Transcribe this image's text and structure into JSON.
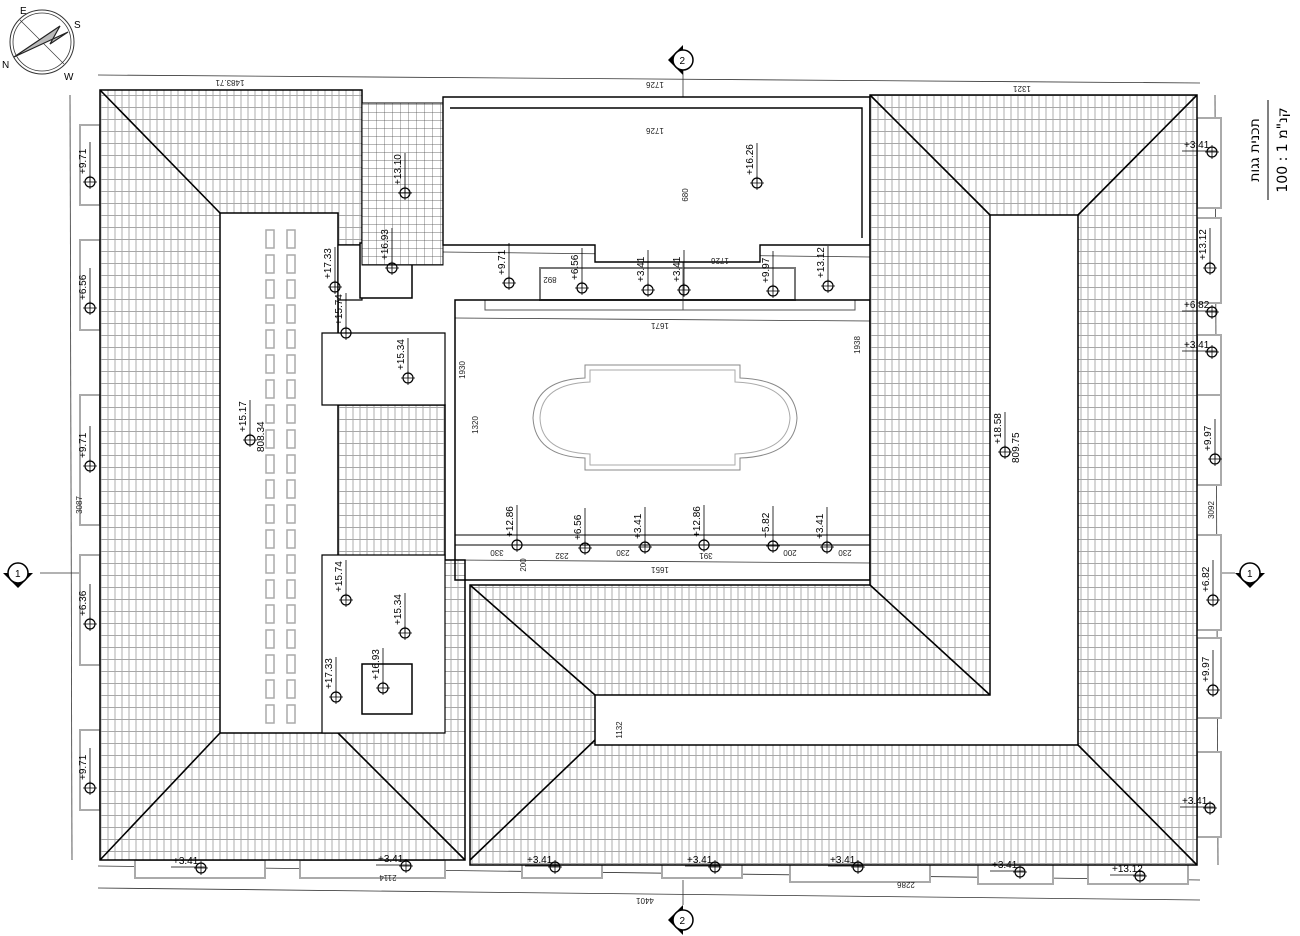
{
  "title": {
    "name": "תכנית גגות",
    "scale": "קנ\"מ 1 : 100"
  },
  "compass": {
    "letters": [
      "N",
      "E",
      "S",
      "W"
    ]
  },
  "axes": {
    "top": "2",
    "bottom": "2",
    "left": "1",
    "right": "1"
  },
  "elevations": [
    "+13.10",
    "+16.93",
    "+15.74",
    "+15.34",
    "+17.33",
    "+16.26",
    "+9.71",
    "+6.56",
    "+3.41",
    "+3.41",
    "+9.97",
    "+13.12",
    "+12.86",
    "+6.56",
    "+3.41",
    "+12.86",
    "+5.82",
    "+3.41",
    "+15.74",
    "+15.34",
    "+16.93",
    "+17.33",
    "+15.17",
    "+18.58",
    "+9.71",
    "+6.56",
    "+9.71",
    "+6.36",
    "+9.71",
    "+3.41",
    "+13.12",
    "+6.82",
    "+3.41",
    "+9.97",
    "+6.82",
    "+9.97",
    "+3.41",
    "+3.41",
    "+3.41",
    "+3.41",
    "+3.41",
    "+3.41",
    "+3.41",
    "+13.12"
  ],
  "sub_elevations": [
    "808.34",
    "809.75"
  ],
  "dimensions": [
    "1483.71",
    "1726",
    "1321",
    "1726",
    "680",
    "1726",
    "892",
    "1671",
    "1938",
    "1930",
    "1320",
    "330",
    "200",
    "232",
    "230",
    "391",
    "200",
    "230",
    "1651",
    "1132",
    "3087",
    "3092",
    "2114",
    "2286",
    "4401"
  ]
}
